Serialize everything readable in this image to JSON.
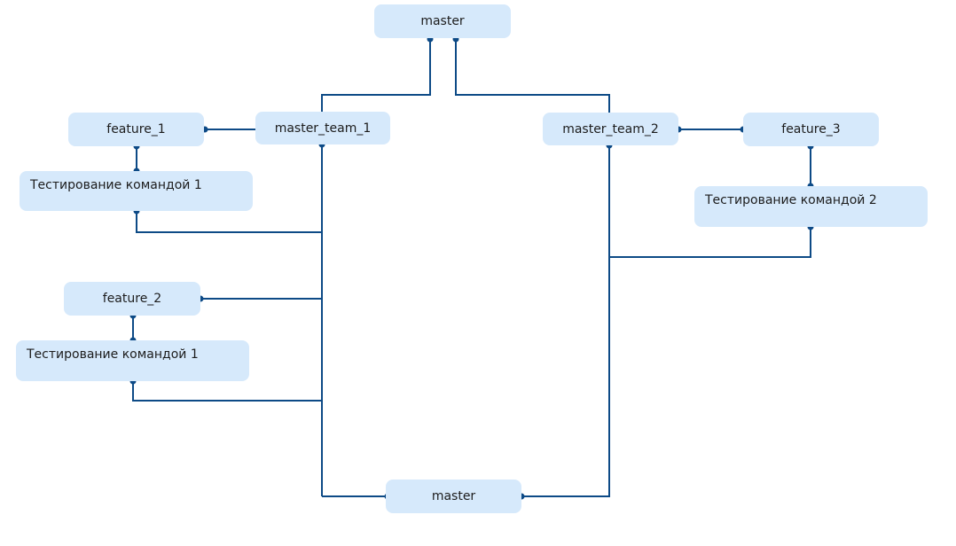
{
  "diagram": {
    "nodes": {
      "master_top": "master",
      "master_team_1": "master_team_1",
      "master_team_2": "master_team_2",
      "feature_1": "feature_1",
      "feature_2": "feature_2",
      "feature_3": "feature_3",
      "test_team1_a": "Тестирование командой 1",
      "test_team1_b": "Тестирование командой 1",
      "test_team2": "Тестирование командой 2",
      "master_bottom": "master"
    },
    "colors": {
      "node_fill": "#d6e9fb",
      "connector": "#0d4a86",
      "text": "#1c1c1c"
    }
  }
}
